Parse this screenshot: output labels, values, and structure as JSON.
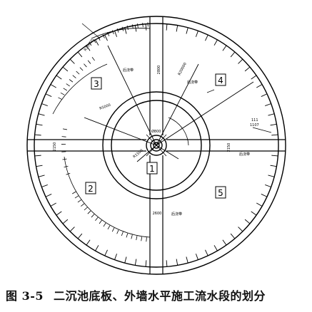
{
  "segments": [
    {
      "id": "1"
    },
    {
      "id": "2"
    },
    {
      "id": "3"
    },
    {
      "id": "4"
    },
    {
      "id": "5"
    }
  ],
  "dims": {
    "left_band": "2150",
    "right_band": "2150",
    "top_band": "2800",
    "bottom_band": "2600",
    "radius_label": "R5000",
    "inner_label": "R1500",
    "center_label": "Ø800",
    "left_note": "后浇带",
    "right_note": "后浇带",
    "top_note": "后浇带",
    "bottom_note": "后浇带",
    "radial_a": "R25000",
    "radial_b": "R20000",
    "edge_a": "111",
    "edge_b": "1107"
  },
  "caption": {
    "figure": "图 3-5",
    "title": "二沉池底板、外墙水平施工流水段的划分"
  }
}
